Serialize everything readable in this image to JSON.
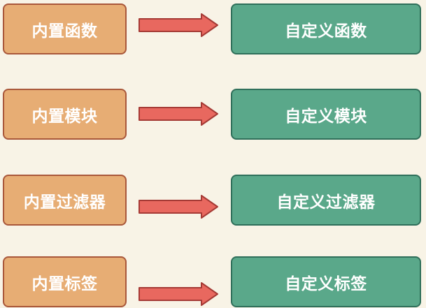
{
  "colors": {
    "background": "#f8f3e6",
    "builtin_fill": "#e7ad74",
    "builtin_border": "#a9573a",
    "custom_fill": "#5aa88a",
    "custom_border": "#2f6f5a",
    "arrow_fill": "#e8685f",
    "arrow_border": "#a53a35"
  },
  "rows": [
    {
      "builtin": "内置函数",
      "custom": "自定义函数"
    },
    {
      "builtin": "内置模块",
      "custom": "自定义模块"
    },
    {
      "builtin": "内置过滤器",
      "custom": "自定义过滤器"
    },
    {
      "builtin": "内置标签",
      "custom": "自定义标签"
    }
  ]
}
